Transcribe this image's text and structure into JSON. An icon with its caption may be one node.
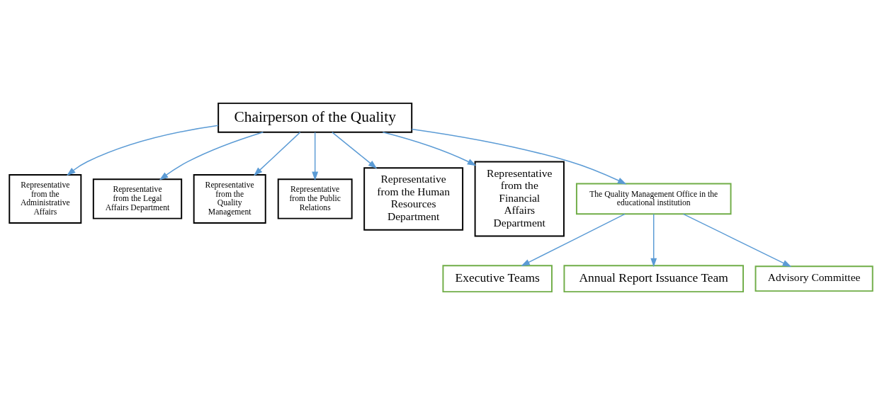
{
  "diagram": {
    "nodes": [
      {
        "text": [
          "Chairperson of the Quality"
        ]
      },
      {
        "text": [
          "Representative from the Administrative Affairs"
        ]
      },
      {
        "text": [
          "Representative from the Legal Affairs Department"
        ]
      },
      {
        "text": [
          "Representative from the Quality Management"
        ]
      },
      {
        "text": [
          "Representative from the Public Relations"
        ]
      },
      {
        "text": [
          "Representative from the Human Resources Department"
        ]
      },
      {
        "text": [
          "Representative from the Financial Affairs Department"
        ]
      },
      {
        "text": [
          "The Quality Management Office in the educational institution"
        ]
      },
      {
        "text": [
          "Executive Teams"
        ]
      },
      {
        "text": [
          "Annual Report Issuance Team"
        ]
      },
      {
        "text": [
          "Advisory Committee"
        ]
      }
    ],
    "edges": [
      {
        "from": 0,
        "to": 1,
        "arrow": "to"
      },
      {
        "from": 0,
        "to": 2,
        "arrow": "to"
      },
      {
        "from": 0,
        "to": 3,
        "arrow": "to"
      },
      {
        "from": 0,
        "to": 7,
        "arrow": "to"
      },
      {
        "from": 0,
        "to": 4,
        "arrow": "to"
      },
      {
        "from": 0,
        "to": 5,
        "arrow": "to"
      },
      {
        "from": 0,
        "to": 6,
        "arrow": "to"
      },
      {
        "from": 7,
        "to": 8,
        "arrow": "to"
      },
      {
        "from": 7,
        "to": 9,
        "arrow": "to"
      },
      {
        "from": 7,
        "to": 10,
        "arrow": "to"
      }
    ]
  }
}
